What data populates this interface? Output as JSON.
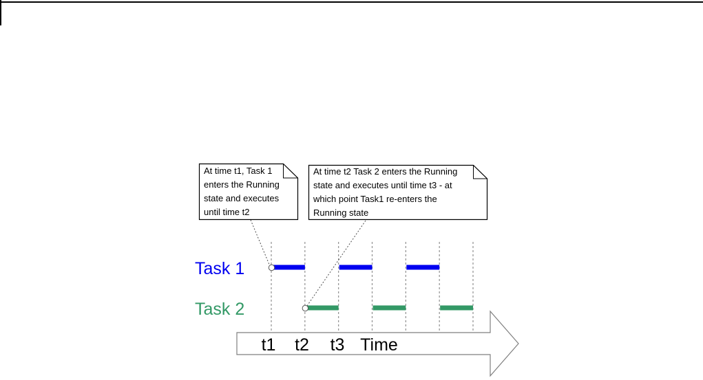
{
  "callouts": [
    {
      "lines": [
        "At time t1, Task 1",
        "enters the Running",
        "state and executes",
        "until time t2"
      ]
    },
    {
      "lines": [
        "At time t2 Task 2 enters the Running",
        "state and executes until time t3 - at",
        "which point Task1 re-enters the",
        "Running state"
      ]
    }
  ],
  "tasks": [
    {
      "label": "Task 1",
      "color": "#0000F0",
      "segments": [
        [
          1,
          2
        ],
        [
          3,
          4
        ],
        [
          5,
          6
        ]
      ]
    },
    {
      "label": "Task 2",
      "color": "#339966",
      "segments": [
        [
          2,
          3
        ],
        [
          4,
          5
        ],
        [
          6,
          7
        ]
      ]
    }
  ],
  "markers": [
    {
      "task": 0,
      "tick": 1
    },
    {
      "task": 1,
      "tick": 2
    }
  ],
  "timeline": {
    "tick_labels": [
      "t1",
      "t2",
      "t3"
    ],
    "axis_label": "Time",
    "gridline_count": 7
  },
  "colors": {
    "task1_blue": "#0000F0",
    "task2_green": "#339966",
    "gridline_gray": "#909090",
    "arrow_outline_gray": "#7f7f7f",
    "callout_border": "#000000",
    "connector_gray": "#4d4d4d"
  }
}
